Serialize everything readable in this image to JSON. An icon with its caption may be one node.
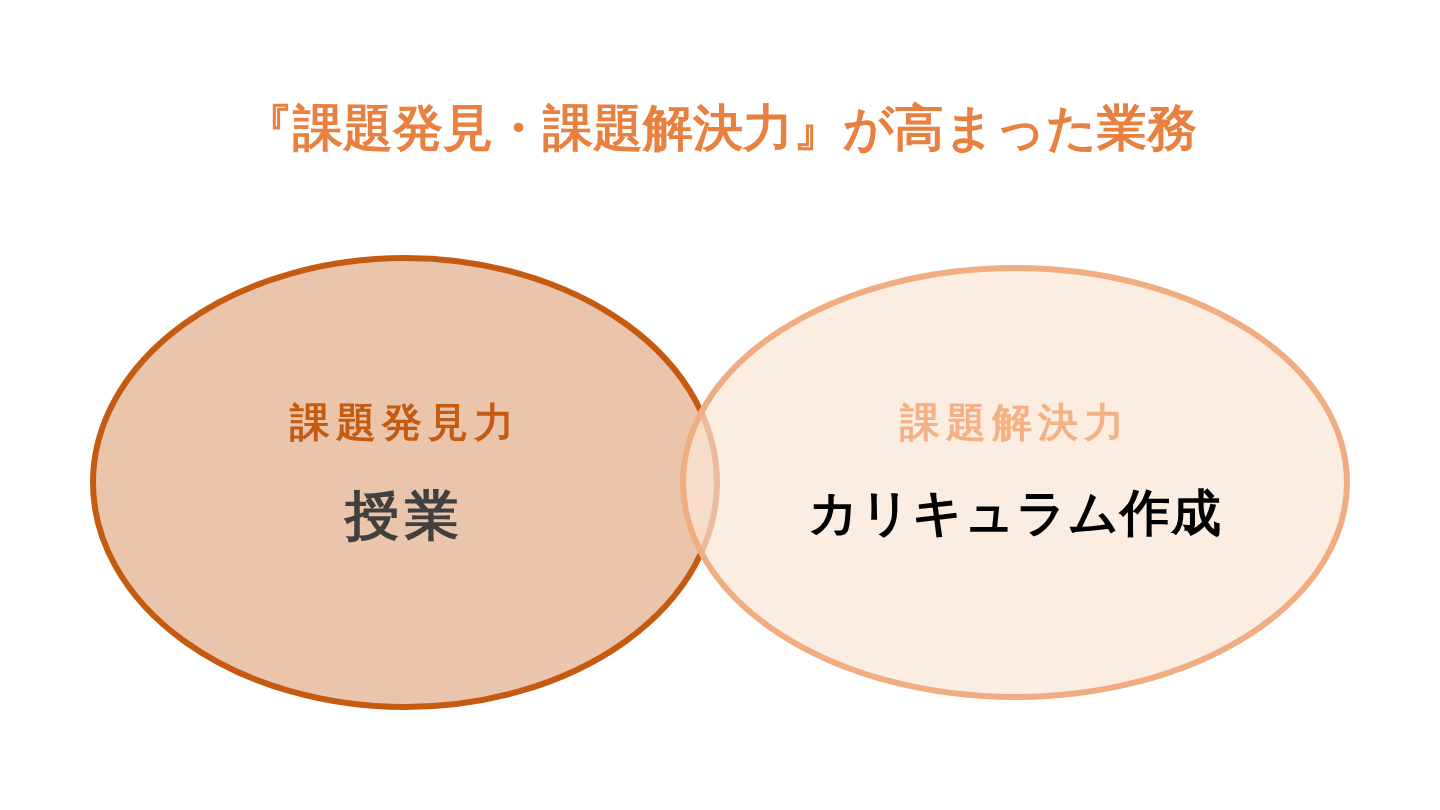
{
  "diagram": {
    "title": "『課題発見・課題解決力』が高まった業務",
    "nodes": [
      {
        "text": [
          "課題発見力",
          "授業"
        ]
      },
      {
        "text": [
          "課題解決力",
          "カリキュラム作成"
        ]
      }
    ]
  }
}
